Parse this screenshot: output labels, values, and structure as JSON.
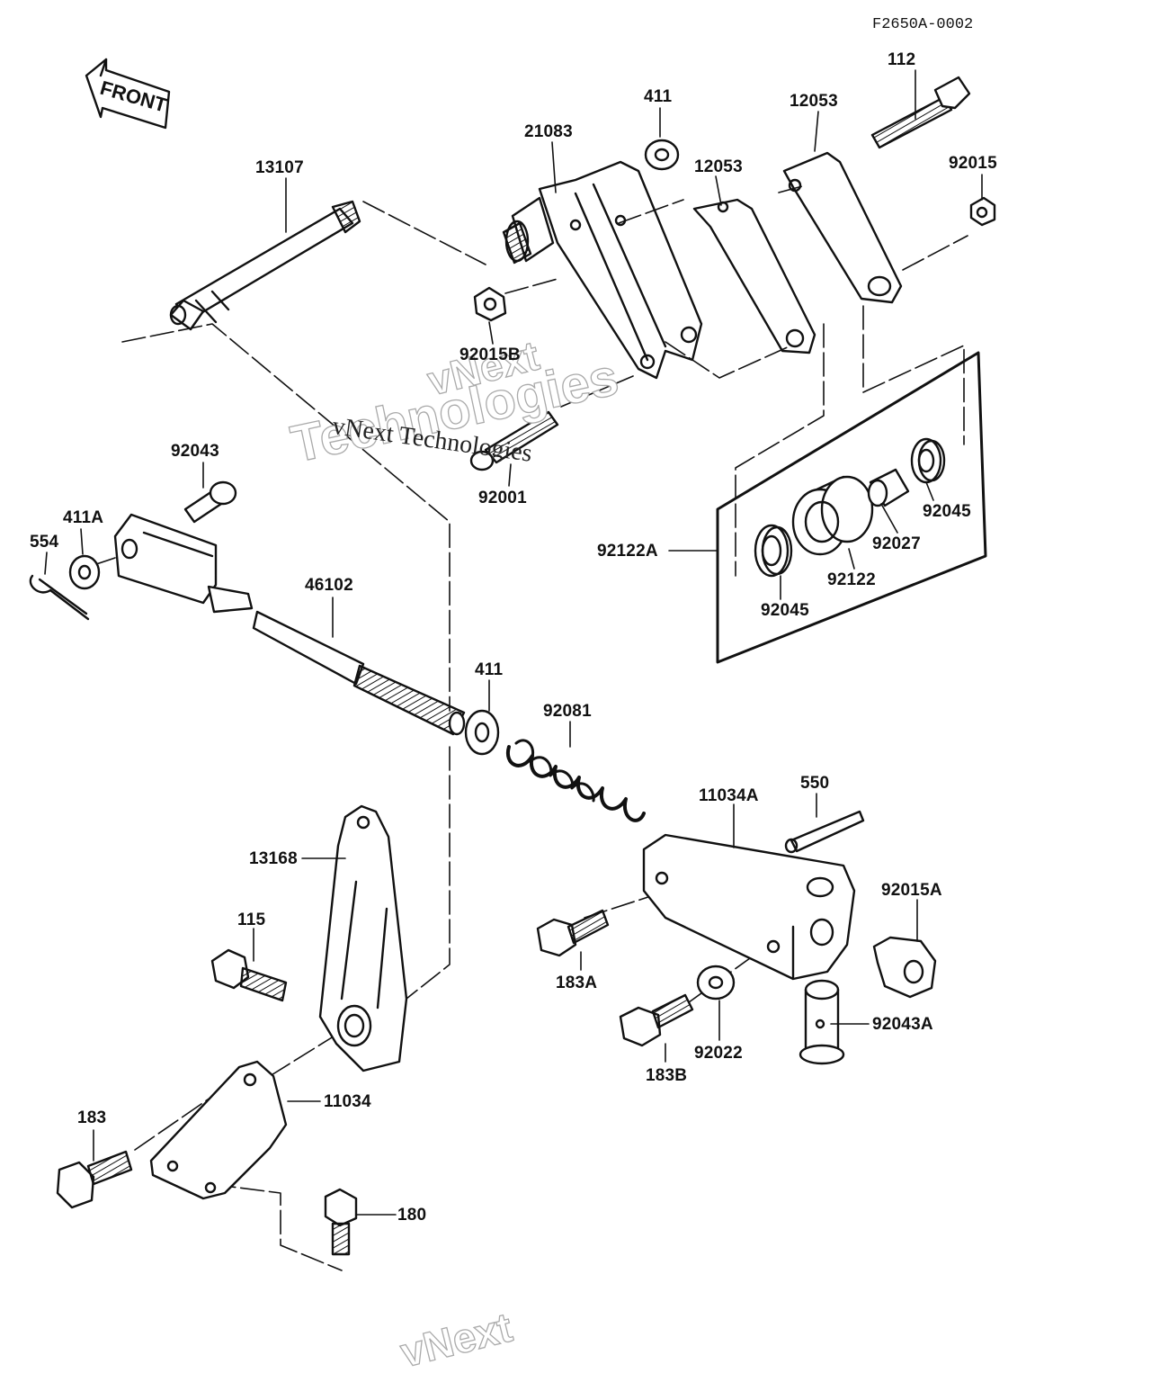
{
  "diagram_code": "F2650A-0002",
  "front_label": "FRONT",
  "watermark": {
    "line": "vNext Technologies",
    "word1": "vNext",
    "word2": "Technologies"
  },
  "parts": {
    "p13107": "13107",
    "p21083": "21083",
    "p411_top": "411",
    "p12053_a": "12053",
    "p12053_b": "12053",
    "p112": "112",
    "p92015": "92015",
    "p92015B": "92015B",
    "p92001": "92001",
    "p92043": "92043",
    "p411A": "411A",
    "p554": "554",
    "p46102": "46102",
    "p92122A": "92122A",
    "p92045_a": "92045",
    "p92045_b": "92045",
    "p92027": "92027",
    "p92122": "92122",
    "p411_mid": "411",
    "p92081": "92081",
    "p11034A": "11034A",
    "p550": "550",
    "p13168": "13168",
    "p115": "115",
    "p92015A": "92015A",
    "p183A": "183A",
    "p92022": "92022",
    "p92043A": "92043A",
    "p183B": "183B",
    "p11034": "11034",
    "p183": "183",
    "p180": "180"
  }
}
